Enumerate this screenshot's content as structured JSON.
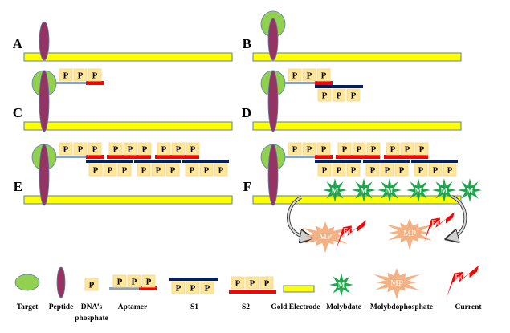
{
  "panels": [
    {
      "id": "A",
      "label": "A",
      "has_target": false,
      "aptamer": false,
      "s1": false,
      "amplified": false,
      "molybdate": false
    },
    {
      "id": "B",
      "label": "B",
      "has_target": true,
      "aptamer": false,
      "s1": false,
      "amplified": false,
      "molybdate": false
    },
    {
      "id": "C",
      "label": "C",
      "has_target": true,
      "aptamer": true,
      "s1": false,
      "amplified": false,
      "molybdate": false
    },
    {
      "id": "D",
      "label": "D",
      "has_target": true,
      "aptamer": true,
      "s1": true,
      "amplified": false,
      "molybdate": false
    },
    {
      "id": "E",
      "label": "E",
      "has_target": true,
      "aptamer": true,
      "s1": true,
      "amplified": true,
      "molybdate": false
    },
    {
      "id": "F",
      "label": "F",
      "has_target": true,
      "aptamer": true,
      "s1": true,
      "amplified": true,
      "molybdate": true
    }
  ],
  "symbols": {
    "phosphate": "P",
    "molybdate": "M",
    "molybdophosphate": "MP",
    "current": "EC"
  },
  "legend": [
    {
      "key": "target",
      "label": "Target"
    },
    {
      "key": "peptide",
      "label": "Peptide"
    },
    {
      "key": "phosphate",
      "label": "DNA’s",
      "label2": "phosphate"
    },
    {
      "key": "aptamer",
      "label": "Aptamer"
    },
    {
      "key": "s1",
      "label": "S1"
    },
    {
      "key": "s2",
      "label": "S2"
    },
    {
      "key": "electrode",
      "label": "Gold Electrode"
    },
    {
      "key": "molybdate",
      "label": "Molybdate"
    },
    {
      "key": "molybdophosphate",
      "label": "Molybdophosphate"
    },
    {
      "key": "current",
      "label": "Current"
    }
  ],
  "colors": {
    "electrode": "#ffff00",
    "electrode_border": "#5b7fa6",
    "target": "#92d050",
    "peptide": "#953462",
    "phosphate_box": "#ffe699",
    "aptamer_linker": "#8ea3bb",
    "s2_strand": "#ff0000",
    "s1_strand": "#002060",
    "molybdate": "#1aa84a",
    "molybdophosphate": "#f4b183",
    "current": "#ff0000"
  }
}
